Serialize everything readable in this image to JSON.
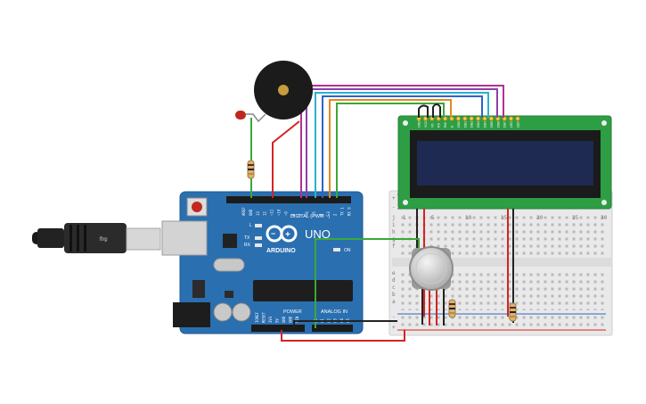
{
  "arduino": {
    "brand": "ARDUINO",
    "model": "UNO",
    "header_digital": "DIGITAL (PWM ~)",
    "header_power": "POWER",
    "header_analog": "ANALOG IN",
    "label_on": "ON",
    "label_l": "L",
    "label_tx": "TX",
    "label_rx": "RX",
    "digital_pins": [
      "AREF",
      "GND",
      "13",
      "12",
      "~11",
      "~10",
      "~9",
      "8",
      "7",
      "~6",
      "~5",
      "4",
      "~3",
      "2",
      "TX 1",
      "RX 0"
    ],
    "power_pins": [
      "IOREF",
      "RESET",
      "3V3",
      "5V",
      "GND",
      "GND",
      "VIN"
    ],
    "analog_pins": [
      "A0",
      "A1",
      "A2",
      "A3",
      "A4",
      "A5"
    ]
  },
  "lcd": {
    "pin_labels": [
      "GND",
      "VCC",
      "V0",
      "RS",
      "RW",
      "E",
      "DB0",
      "DB1",
      "DB2",
      "DB3",
      "DB4",
      "DB5",
      "DB6",
      "DB7",
      "LED",
      "LED"
    ]
  },
  "breadboard": {
    "column_numbers": [
      "1",
      "5",
      "10",
      "15",
      "20",
      "25",
      "30"
    ],
    "row_letters_top": [
      "j",
      "i",
      "h",
      "g",
      "f"
    ],
    "row_letters_bottom": [
      "e",
      "d",
      "c",
      "b",
      "a"
    ],
    "rail_plus": "+",
    "rail_minus": "-"
  },
  "colors": {
    "board": "#2a6fb0",
    "board_edge": "#1f5a93",
    "breadboard": "#ececec",
    "lcd_pcb": "#2e9e44",
    "lcd_screen": "#1e2a52",
    "wire_red": "#d32424",
    "wire_black": "#222222",
    "wire_green": "#3aa83a",
    "wire_magenta": "#b2318f",
    "wire_cyan": "#2ab3c9",
    "wire_orange": "#e08a1e",
    "wire_purple": "#8b3fa8",
    "wire_blue": "#2d63c7"
  }
}
